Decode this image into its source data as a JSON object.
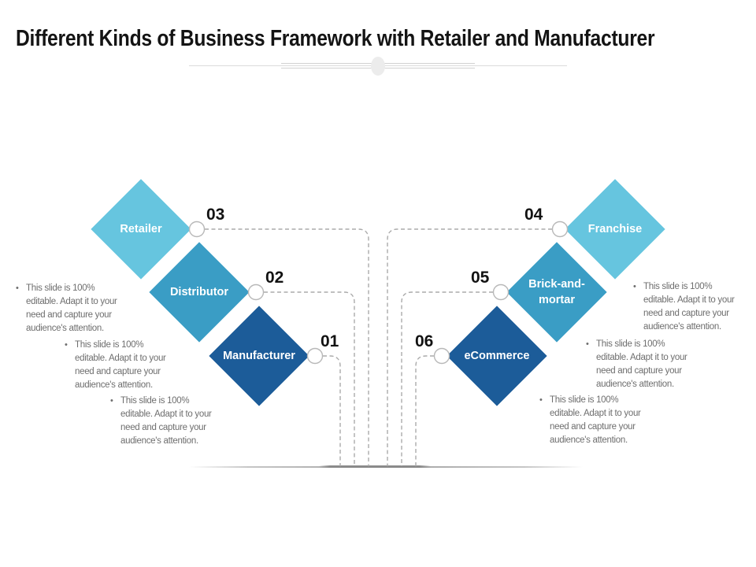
{
  "title": "Different Kinds of Business Framework with Retailer and Manufacturer",
  "diagram": {
    "left_nodes": [
      {
        "number": "03",
        "label": "Retailer",
        "color": "#66C5DF"
      },
      {
        "number": "02",
        "label": "Distributor",
        "color": "#3A9DC5"
      },
      {
        "number": "01",
        "label": "Manufacturer",
        "color": "#1C5C99"
      }
    ],
    "right_nodes": [
      {
        "number": "04",
        "label": "Franchise",
        "color": "#66C5DF"
      },
      {
        "number": "05",
        "label": "Brick-and-mortar",
        "color": "#3A9DC5"
      },
      {
        "number": "06",
        "label": "eCommerce",
        "color": "#1C5C99"
      }
    ]
  },
  "bullets": {
    "left": [
      {
        "text": "This slide is 100%\neditable. Adapt it to your\nneed and capture your\naudience's attention."
      },
      {
        "text": "This slide is 100%\neditable. Adapt it to your\nneed and capture your\naudience's attention."
      },
      {
        "text": "This slide is 100%\neditable. Adapt it to your\nneed and capture your\naudience's attention."
      }
    ],
    "right": [
      {
        "text": "This slide is 100%\neditable. Adapt it to your\nneed and capture your\naudience's attention."
      },
      {
        "text": "This slide is 100%\neditable. Adapt it to your\nneed and capture your\naudience's attention."
      },
      {
        "text": "This slide is 100%\neditable. Adapt it to your\nneed and capture your\naudience's attention."
      }
    ],
    "marker": "•"
  },
  "colors": {
    "light_blue": "#66C5DF",
    "medium_blue": "#3A9DC5",
    "dark_blue": "#1C5C99",
    "connector_gray": "#ABABAB",
    "bullet_text_gray": "#6E6E6E",
    "title_black": "#141414"
  }
}
